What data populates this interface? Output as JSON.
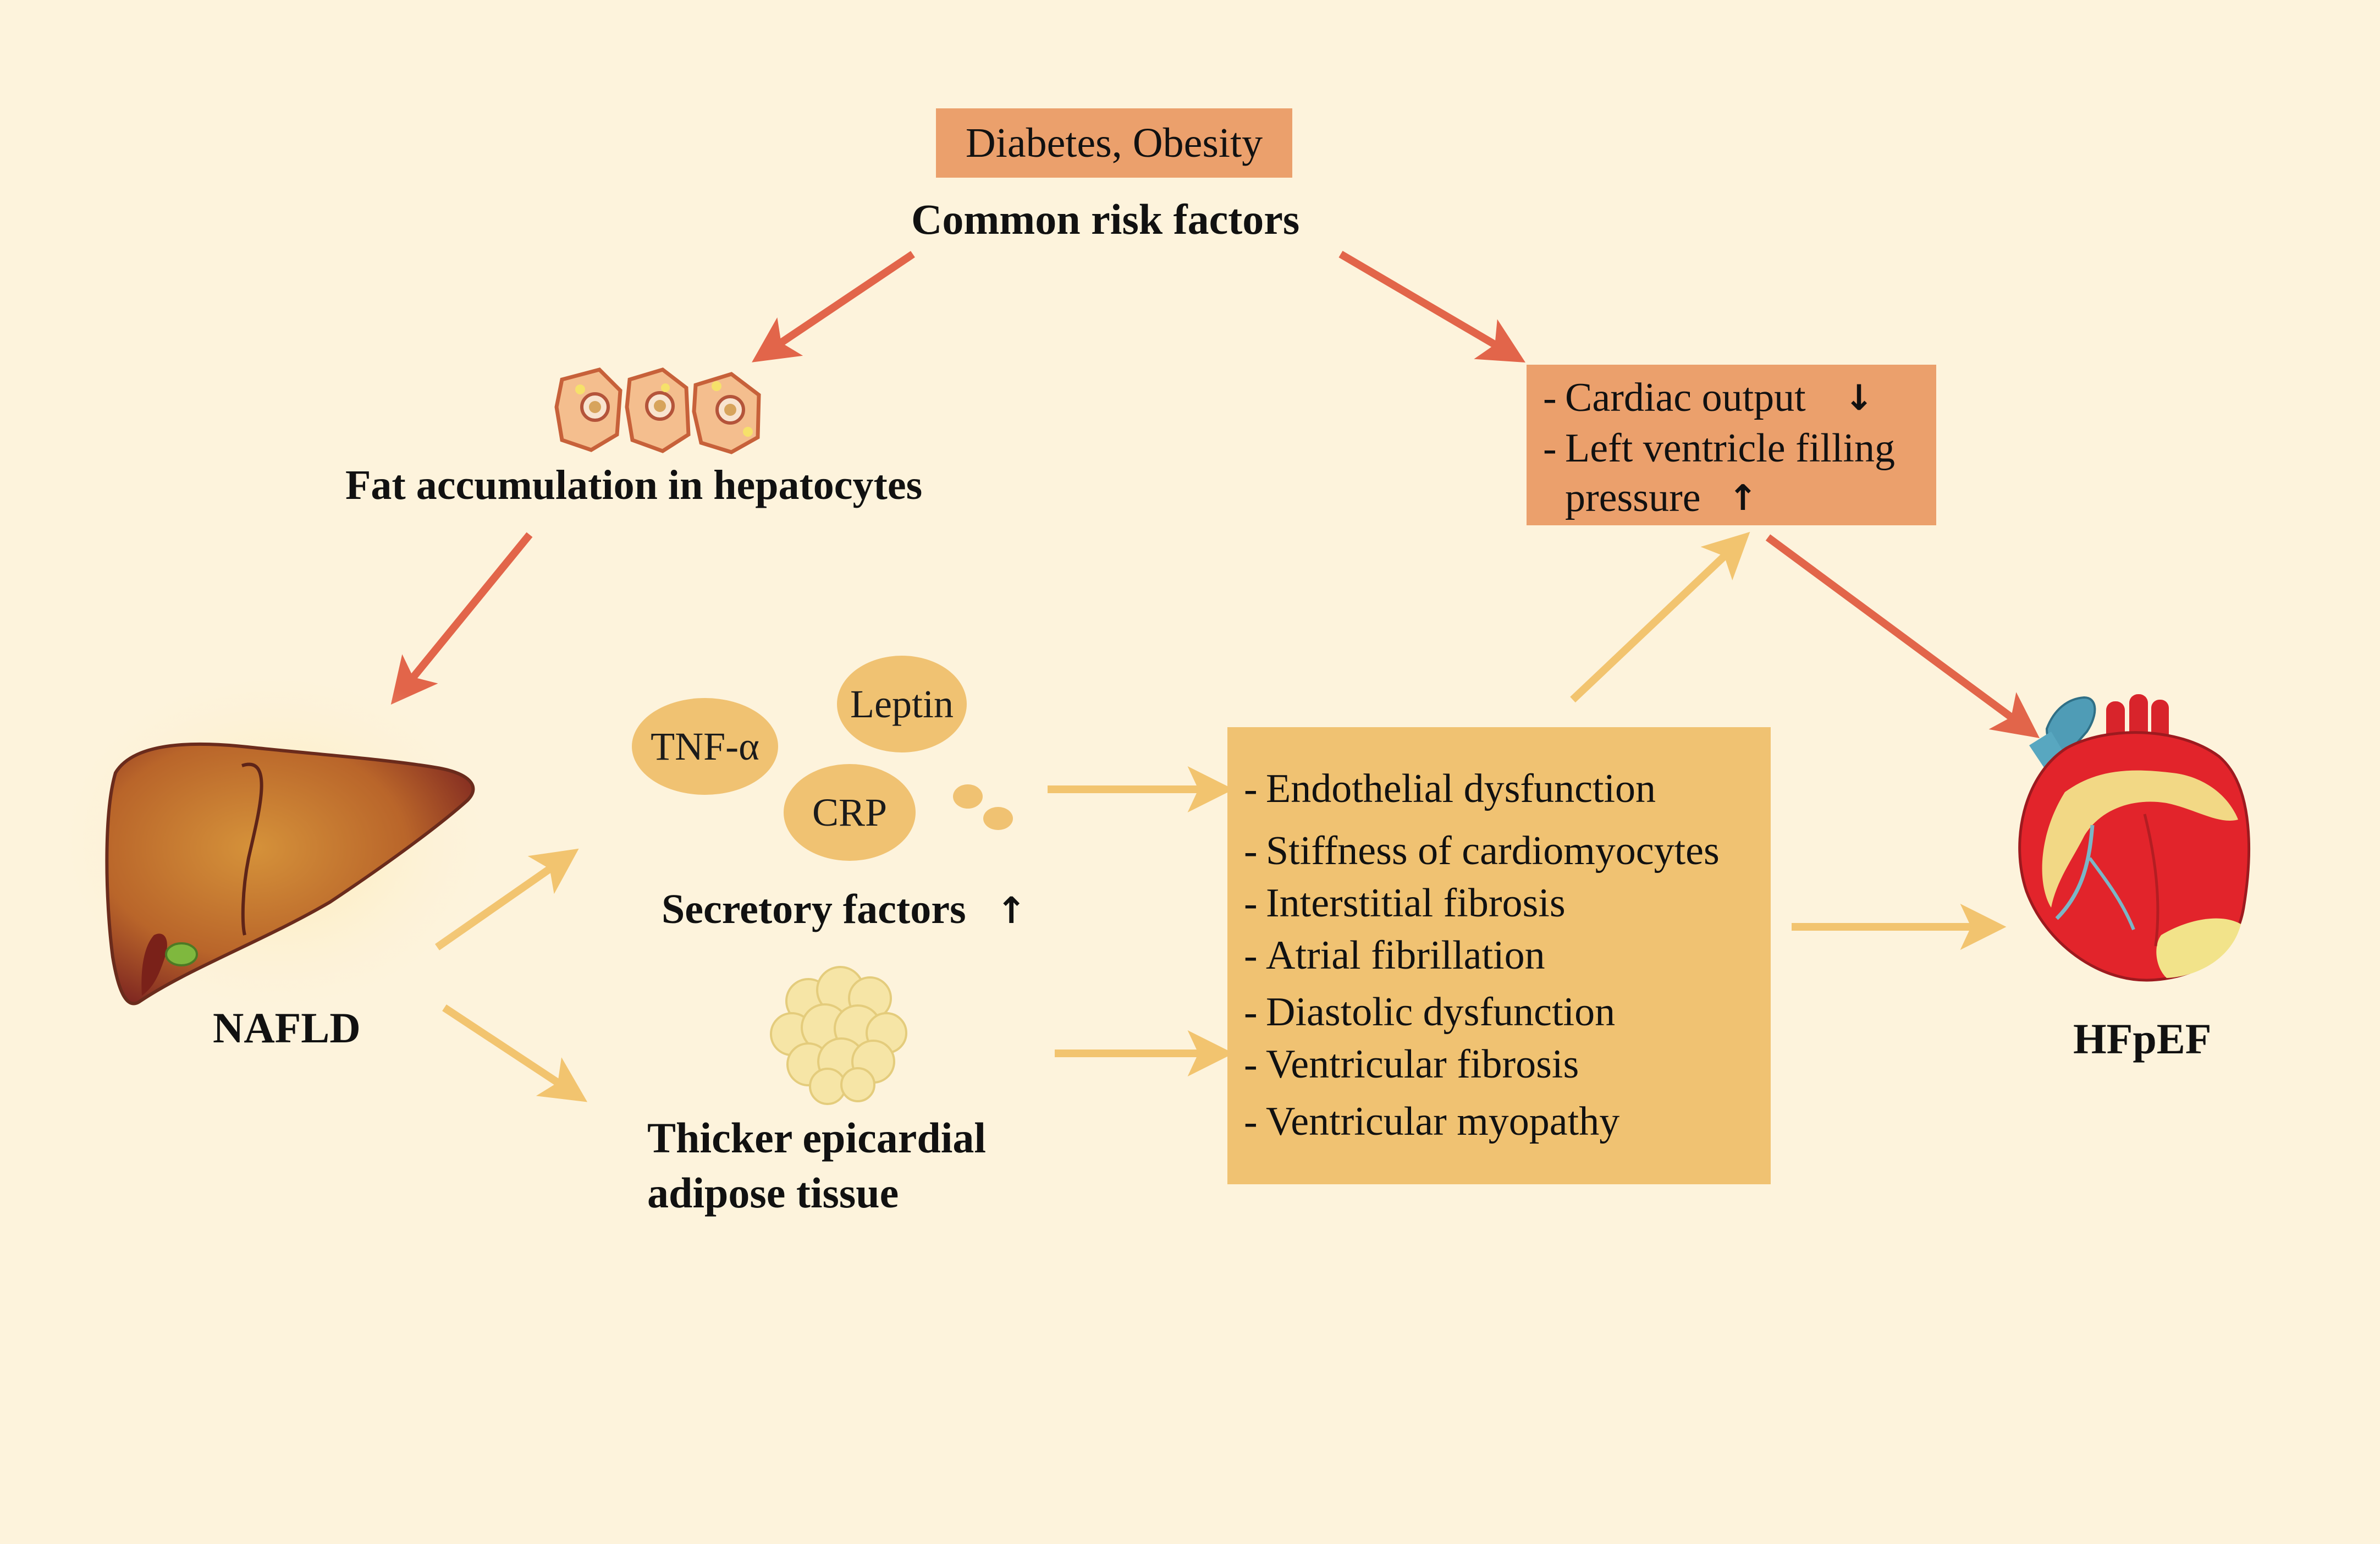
{
  "risk": {
    "box_label": "Diabetes, Obesity",
    "title": "Common risk factors"
  },
  "hepatocytes": {
    "label": "Fat accumulation in hepatocytes"
  },
  "liver": {
    "label": "NAFLD"
  },
  "secretory": {
    "factors": [
      "TNF-α",
      "Leptin",
      "CRP"
    ],
    "label": "Secretory factors",
    "trend_symbol": "↑"
  },
  "epicardial": {
    "label_line1": "Thicker epicardial",
    "label_line2": "adipose tissue"
  },
  "cardiac": {
    "items": [
      {
        "text": "Cardiac output",
        "trend": "↓"
      },
      {
        "text": "Left ventricle filling",
        "trend": ""
      },
      {
        "text": "pressure",
        "trend": "↑"
      }
    ]
  },
  "effects": {
    "items": [
      "Endothelial dysfunction",
      "Stiffness of cardiomyocytes",
      "Interstitial fibrosis",
      "Atrial fibrillation",
      "Diastolic dysfunction",
      "Ventricular fibrosis",
      "Ventricular myopathy"
    ]
  },
  "heart": {
    "label": "HFpEF"
  },
  "colors": {
    "background": "#fdf3dc",
    "risk_arrow": "#e2654a",
    "effect_arrow": "#f2c46f",
    "risk_box": "#eba06c",
    "effects_box": "#f0c272",
    "secretory_bubble": "#f0c272"
  }
}
